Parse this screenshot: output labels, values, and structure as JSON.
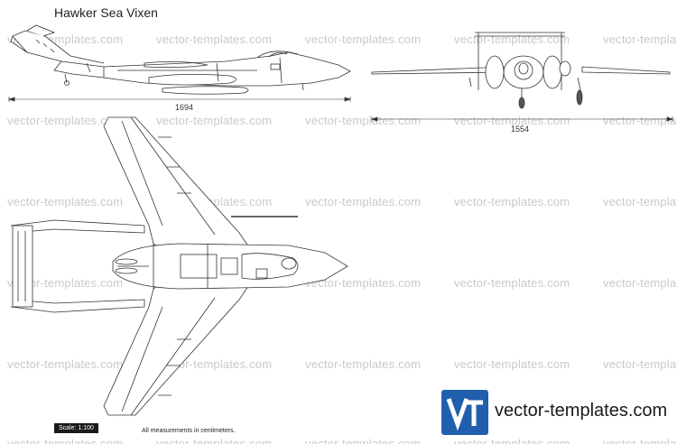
{
  "title": "Hawker Sea Vixen",
  "dimensions": {
    "side_length": "1694",
    "front_span": "1554"
  },
  "watermark_text": "vector-templates.com",
  "scale_label": "Scale: 1:100",
  "measurements_note": "All measurements in centimeters.",
  "logo": {
    "mark_text": "Vt",
    "brand_text": "vector-templates.com",
    "color": "#1f5fae"
  }
}
